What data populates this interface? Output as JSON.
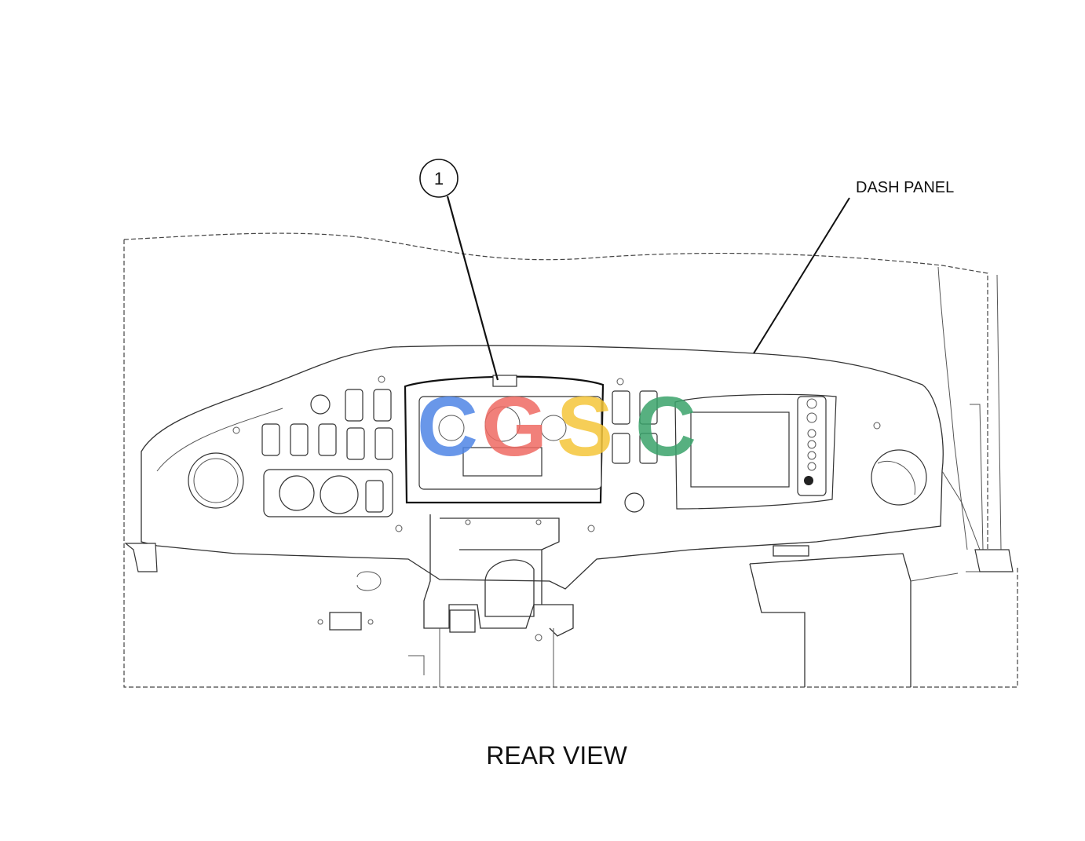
{
  "diagram": {
    "callout_number": "1",
    "callout_label": "DASH PANEL",
    "view_title": "REAR VIEW"
  },
  "watermark": {
    "letters": [
      "C",
      "G",
      "S",
      "C"
    ],
    "colors": [
      "#4f86e6",
      "#ef6b63",
      "#f5c63a",
      "#3aa36b"
    ]
  }
}
